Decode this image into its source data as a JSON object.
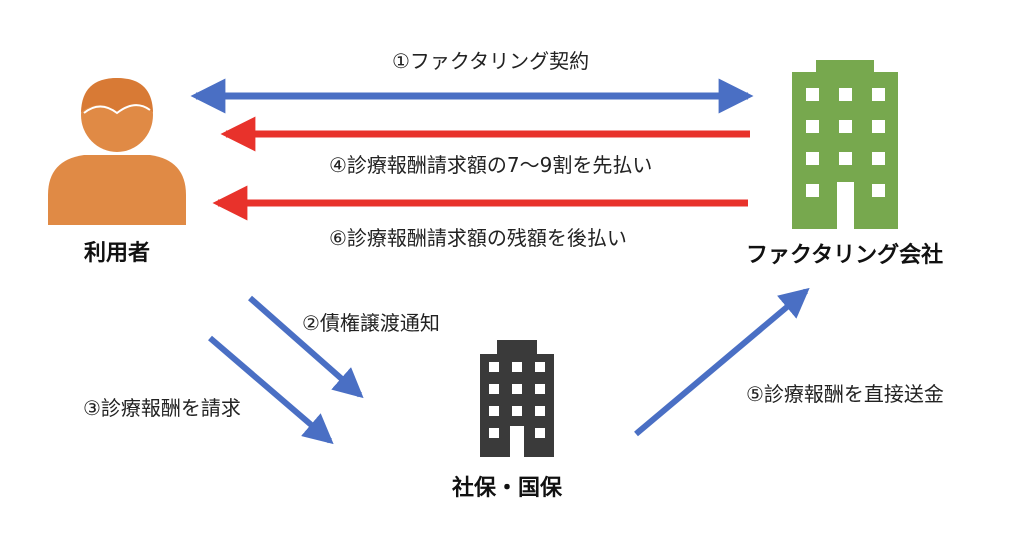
{
  "entities": {
    "user": {
      "label": "利用者",
      "icon": "person-icon"
    },
    "factoring_company": {
      "label": "ファクタリング会社",
      "icon": "building-icon"
    },
    "insurer": {
      "label": "社保・国保",
      "icon": "building-icon"
    }
  },
  "steps": [
    {
      "text": "①ファクタリング契約"
    },
    {
      "text": "②債権譲渡通知"
    },
    {
      "text": "③診療報酬を請求"
    },
    {
      "text": "④診療報酬請求額の7〜9割を先払い"
    },
    {
      "text": "⑤診療報酬を直接送金"
    },
    {
      "text": "⑥診療報酬請求額の残額を後払い"
    }
  ],
  "colors": {
    "person": "#E08A45",
    "factoring_building": "#77A84E",
    "insurer_building": "#3A3A3A",
    "blue_arrow": "#4A6FC4",
    "red_arrow": "#E8322B"
  }
}
